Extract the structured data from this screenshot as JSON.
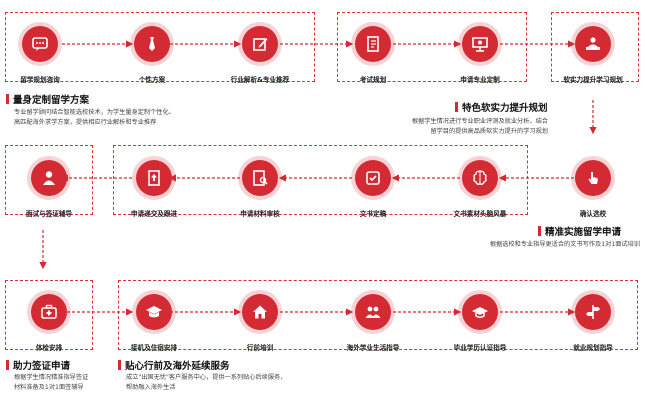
{
  "nodes": {
    "n1": "留学规划咨询",
    "n2": "个性方案",
    "n3": "行业解析&专业推荐",
    "n4": "考试规划",
    "n5": "申请专业定制",
    "n6": "软实力提升学习规划",
    "n7": "确认选校",
    "n8": "文书素材头脑风暴",
    "n9": "文书定稿",
    "n10": "申请材料审核",
    "n11": "申请递交及跟进",
    "n12": "面试与签证辅导",
    "n13": "体检安排",
    "n14": "接机及住宿安排",
    "n15": "行前培训",
    "n16": "海外学业生活指导",
    "n17": "毕业学历认证指导",
    "n18": "就业规划指导"
  },
  "sections": {
    "s1_title": "量身定制留学方案",
    "s1_desc1": "专业留学顾问结合智能选校技术，为学生量身定制个性化、",
    "s1_desc2": "高匹配海外求学方案，提供相应行业解析和专业推荐",
    "s2_title": "特色软实力提升规划",
    "s2_desc1": "根据学生情况进行专业职业评测及就业分析，结合",
    "s2_desc2": "留学目的提供高品质软实力提升的学习规划",
    "s3_title": "精准实施留学申请",
    "s3_desc1": "根据选校和专业指导更适合的文书写作及1对1面试培训",
    "s4_title": "助力签证申请",
    "s4_desc1": "根据学生情况精准指导签证",
    "s4_desc2": "材料准备及1对1面签辅导",
    "s5_title": "贴心行前及海外延续服务",
    "s5_desc1": "成立\"出国无忧\"客户服务中心，提供一系列贴心后续服务，",
    "s5_desc2": "帮助融入海外生活"
  },
  "colors": {
    "accent": "#d42a34",
    "accent_light": "#f6d3d5"
  }
}
